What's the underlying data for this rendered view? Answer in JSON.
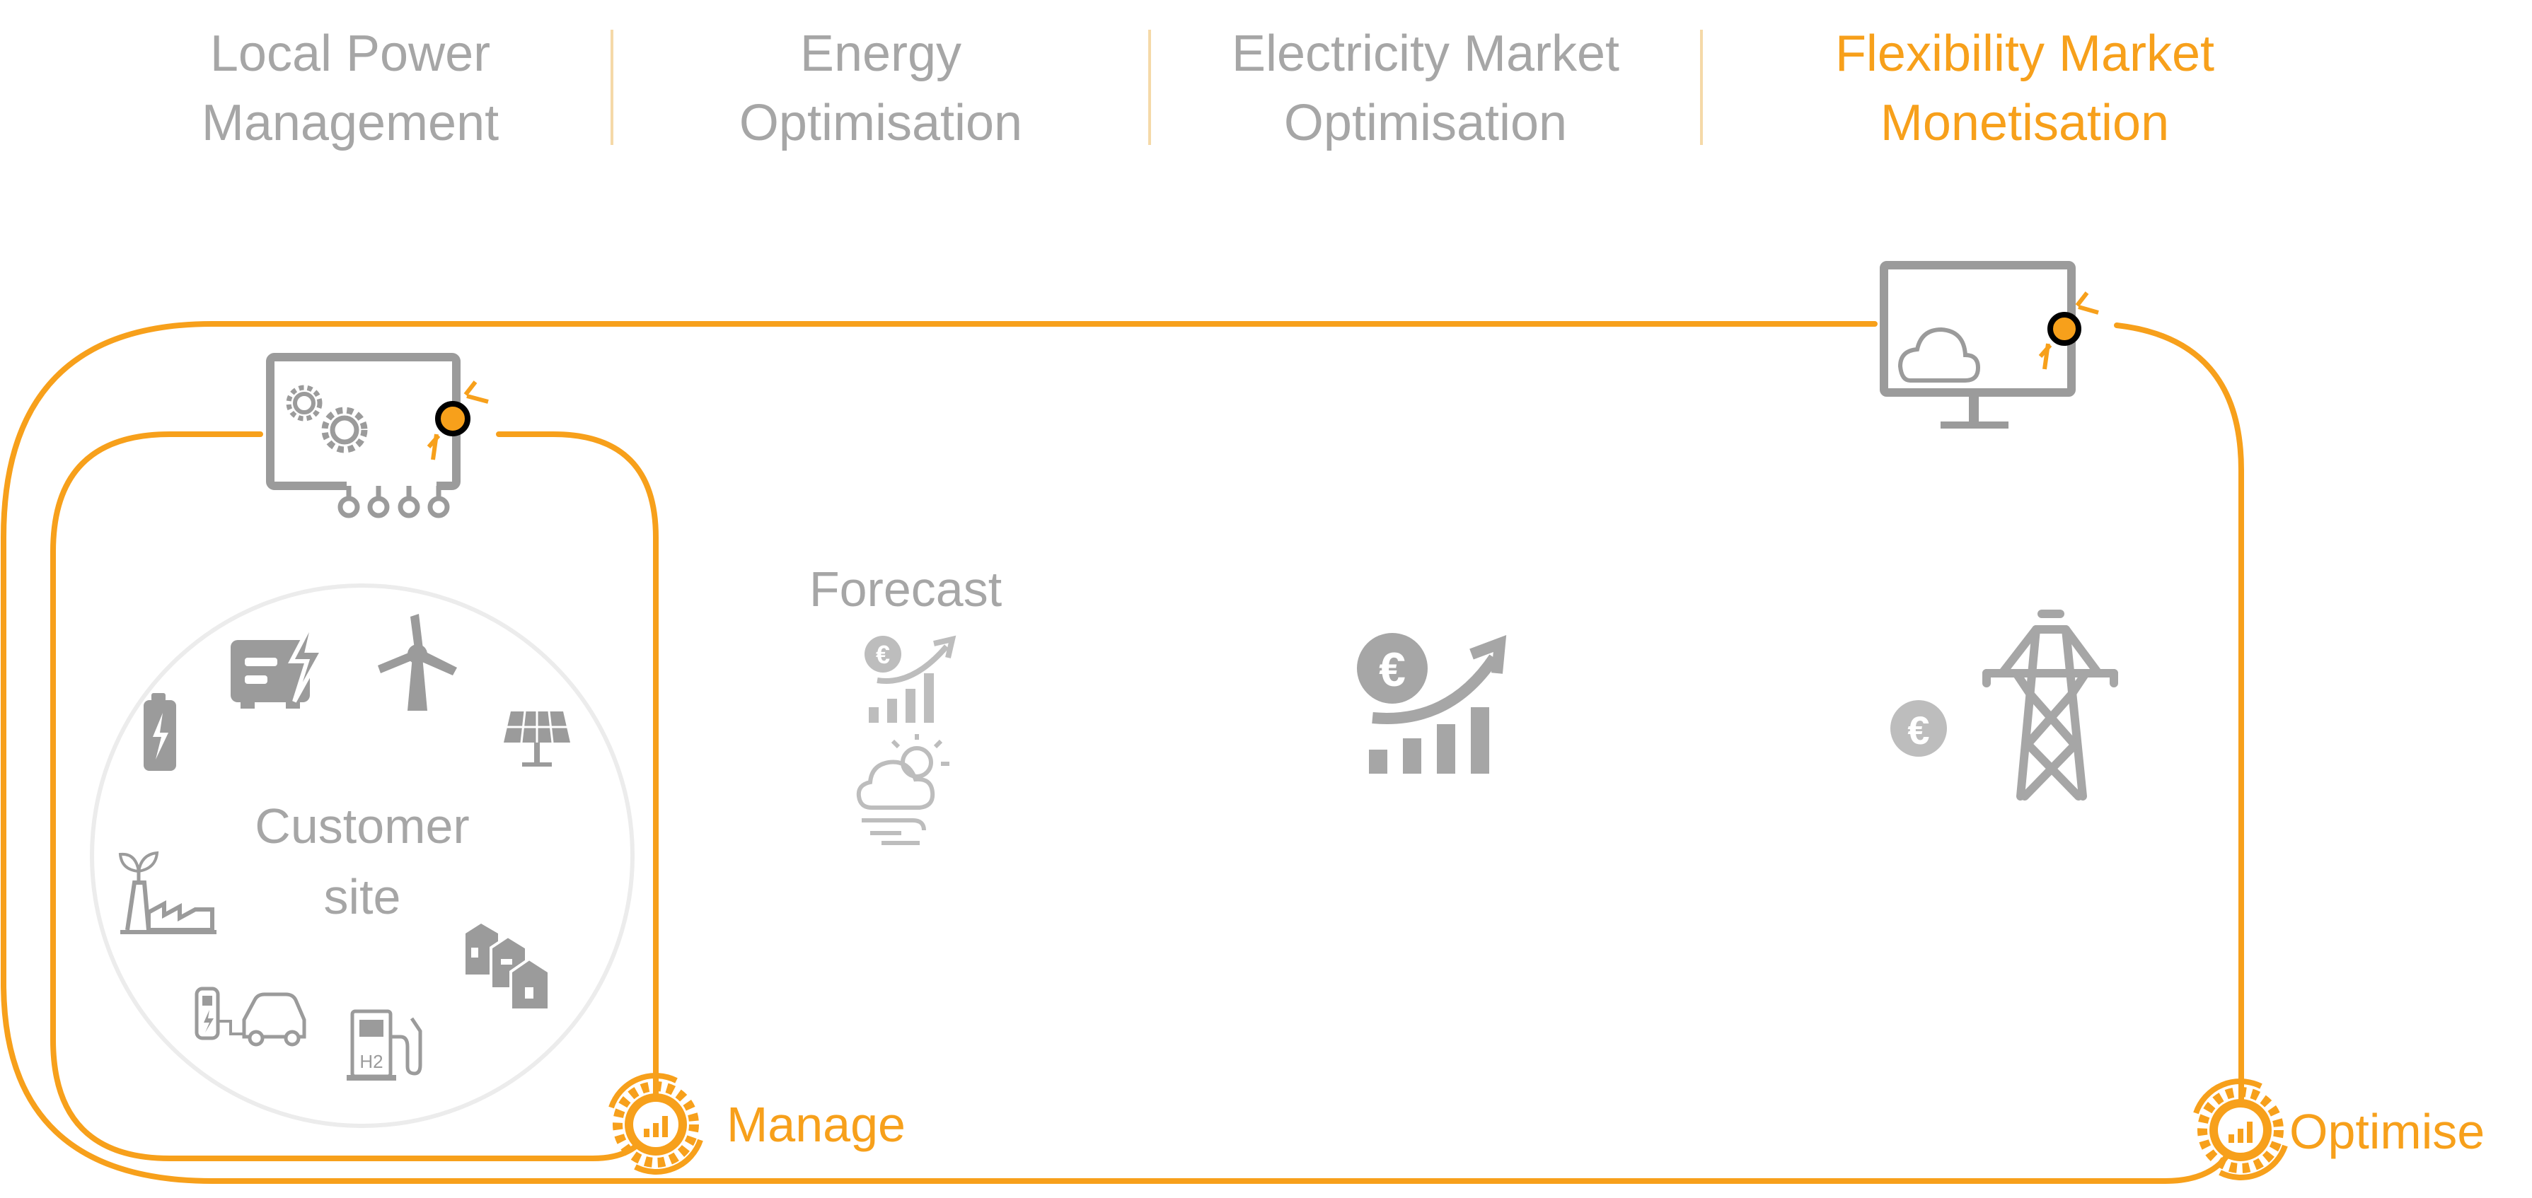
{
  "header": {
    "stages": [
      {
        "line1": "Local Power",
        "line2": "Management"
      },
      {
        "line1": "Energy",
        "line2": "Optimisation"
      },
      {
        "line1": "Electricity Market",
        "line2": "Optimisation"
      },
      {
        "line1": "Flexibility Market",
        "line2": "Monetisation"
      }
    ],
    "active_stage_index": 3
  },
  "loops": {
    "manage_label": "Manage",
    "optimise_label": "Optimise"
  },
  "customer_site": {
    "line1": "Customer",
    "line2": "site",
    "assets": [
      "battery-icon",
      "generator-icon",
      "wind-turbine-icon",
      "solar-panel-icon",
      "green-factory-icon",
      "ev-charger-icon",
      "hydrogen-station-icon",
      "houses-icon"
    ]
  },
  "forecast": {
    "label": "Forecast"
  },
  "icons": {
    "edge_controller": "edge-controller-icon",
    "cloud_monitor": "cloud-monitor-icon",
    "price_trend": "euro-trend-icon",
    "grid_market": "euro-pylon-icon"
  },
  "colors": {
    "accent": "#f7a01b",
    "muted_text": "#a6a6a6",
    "icon_grey": "#9b9b9b",
    "divider": "#f5d9a8"
  }
}
